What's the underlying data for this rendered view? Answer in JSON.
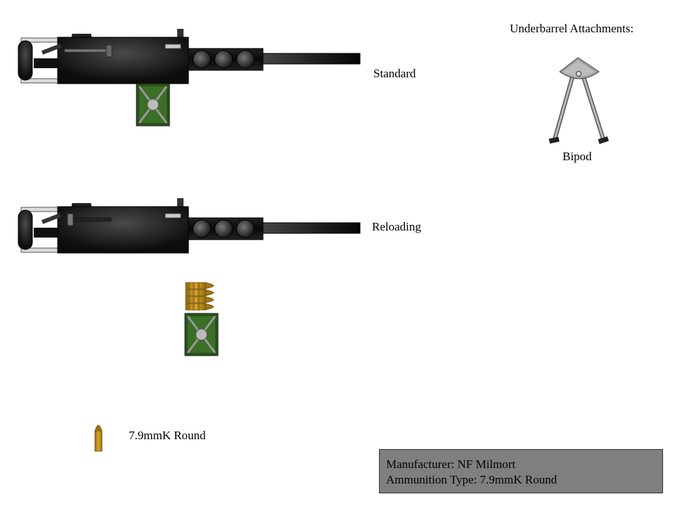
{
  "variants": {
    "standard_label": "Standard",
    "reloading_label": "Reloading"
  },
  "attachments": {
    "title": "Underbarrel Attachments:",
    "bipod_label": "Bipod"
  },
  "ammo": {
    "round_label": "7.9mmK Round"
  },
  "info": {
    "manufacturer_line": "Manufacturer: NF Milmort",
    "ammunition_line": "Ammunition Type: 7.9mmK Round"
  },
  "colors": {
    "gun_body": "#101010",
    "magazine_green": "#2e5a1c",
    "brass": "#c8961e",
    "info_box": "#7f7f7f"
  }
}
